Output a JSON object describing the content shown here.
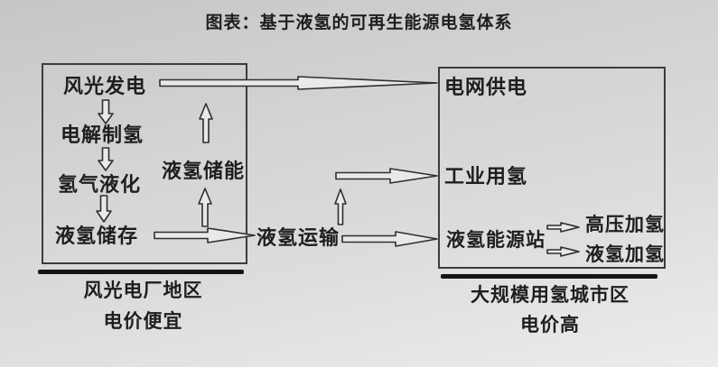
{
  "title": "图表：基于液氢的可再生能源电氢体系",
  "left_region": {
    "nodes": {
      "wind_solar_power": "风光发电",
      "electrolysis": "电解制氢",
      "liquefaction": "氢气液化",
      "lh2_storage": "液氢储存",
      "lh2_energy_storage": "液氢储能"
    },
    "caption_line1": "风光电厂地区",
    "caption_line2": "电价便宜"
  },
  "middle": {
    "lh2_transport": "液氢运输"
  },
  "right_region": {
    "nodes": {
      "grid_supply": "电网供电",
      "industrial_hydrogen": "工业用氢",
      "lh2_energy_station": "液氢能源站",
      "high_pressure_refueling": "高压加氢",
      "lh2_refueling": "液氢加氢"
    },
    "caption_line1": "大规模用氢城市区",
    "caption_line2": "电价高"
  },
  "colors": {
    "paper": "#d6d5d3",
    "ink": "#1e1e1e",
    "box_border": "#3c3c3c",
    "underline_bar": "#141414",
    "arrow_fill": "#eae9e7",
    "arrow_stroke": "#2e2e2e"
  }
}
